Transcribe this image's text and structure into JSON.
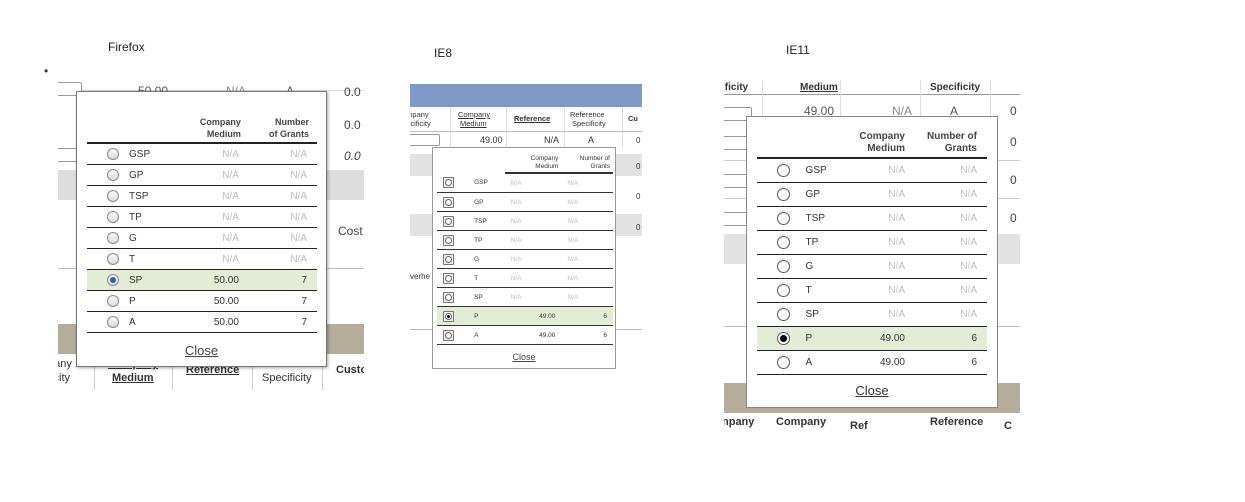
{
  "labels": {
    "firefox": "Firefox",
    "ie8": "IE8",
    "ie11": "IE11",
    "bullet": "•"
  },
  "columns": {
    "company_medium": "Company Medium",
    "number_of_grants": "Number of Grants"
  },
  "close_label": "Close",
  "firefox": {
    "bg": {
      "v1": "50.00",
      "v2": "N/A",
      "v3": "A",
      "v4": "0.0",
      "v5": "0.0",
      "v6": "0.0",
      "cost": "Cost",
      "hdr1": "pany",
      "hdr1b": "ficity",
      "hdr2": "Company",
      "hdr2b": "Medium",
      "hdr3": "Reference",
      "hdr4": "Reference",
      "hdr4b": "Specificity",
      "hdr5": "Custo"
    },
    "rows": [
      {
        "code": "GSP",
        "medium": "N/A",
        "grants": "N/A",
        "selected": false
      },
      {
        "code": "GP",
        "medium": "N/A",
        "grants": "N/A",
        "selected": false
      },
      {
        "code": "TSP",
        "medium": "N/A",
        "grants": "N/A",
        "selected": false
      },
      {
        "code": "TP",
        "medium": "N/A",
        "grants": "N/A",
        "selected": false
      },
      {
        "code": "G",
        "medium": "N/A",
        "grants": "N/A",
        "selected": false
      },
      {
        "code": "T",
        "medium": "N/A",
        "grants": "N/A",
        "selected": false
      },
      {
        "code": "SP",
        "medium": "50.00",
        "grants": "7",
        "selected": true
      },
      {
        "code": "P",
        "medium": "50.00",
        "grants": "7",
        "selected": false
      },
      {
        "code": "A",
        "medium": "50.00",
        "grants": "7",
        "selected": false
      }
    ]
  },
  "ie8": {
    "bg": {
      "h1": "ompany",
      "h1b": "pecificity",
      "h2": "Company",
      "h2b": "Medium",
      "h3": "Reference",
      "h4": "Reference",
      "h4b": "Specificity",
      "h5": "Cu",
      "v1": "49.00",
      "v2": "N/A",
      "v3": "A",
      "v4": "0",
      "v5": "0",
      "v6": "0",
      "v7": "0",
      "overhe": "verhe"
    },
    "rows": [
      {
        "code": "GSP",
        "medium": "N/A",
        "grants": "N/A",
        "selected": false
      },
      {
        "code": "GP",
        "medium": "N/A",
        "grants": "N/A",
        "selected": false
      },
      {
        "code": "TSP",
        "medium": "N/A",
        "grants": "N/A",
        "selected": false
      },
      {
        "code": "TP",
        "medium": "N/A",
        "grants": "N/A",
        "selected": false
      },
      {
        "code": "G",
        "medium": "N/A",
        "grants": "N/A",
        "selected": false
      },
      {
        "code": "T",
        "medium": "N/A",
        "grants": "N/A",
        "selected": false
      },
      {
        "code": "SP",
        "medium": "N/A",
        "grants": "N/A",
        "selected": false
      },
      {
        "code": "P",
        "medium": "49.00",
        "grants": "6",
        "selected": true
      },
      {
        "code": "A",
        "medium": "49.00",
        "grants": "6",
        "selected": false
      }
    ]
  },
  "ie11": {
    "bg": {
      "h1": "ificity",
      "h2": "Medium",
      "h3": "Specificity",
      "v1": "49.00",
      "v2": "N/A",
      "v3": "A",
      "v4": "0",
      "v5": "0",
      "v6": "0",
      "v7": "0",
      "f1": "npany",
      "f2": "Company",
      "f3": "Ref",
      "f4": "Reference",
      "f5": "C"
    },
    "rows": [
      {
        "code": "GSP",
        "medium": "N/A",
        "grants": "N/A",
        "selected": false
      },
      {
        "code": "GP",
        "medium": "N/A",
        "grants": "N/A",
        "selected": false
      },
      {
        "code": "TSP",
        "medium": "N/A",
        "grants": "N/A",
        "selected": false
      },
      {
        "code": "TP",
        "medium": "N/A",
        "grants": "N/A",
        "selected": false
      },
      {
        "code": "G",
        "medium": "N/A",
        "grants": "N/A",
        "selected": false
      },
      {
        "code": "T",
        "medium": "N/A",
        "grants": "N/A",
        "selected": false
      },
      {
        "code": "SP",
        "medium": "N/A",
        "grants": "N/A",
        "selected": false
      },
      {
        "code": "P",
        "medium": "49.00",
        "grants": "6",
        "selected": true
      },
      {
        "code": "A",
        "medium": "49.00",
        "grants": "6",
        "selected": false
      }
    ]
  }
}
